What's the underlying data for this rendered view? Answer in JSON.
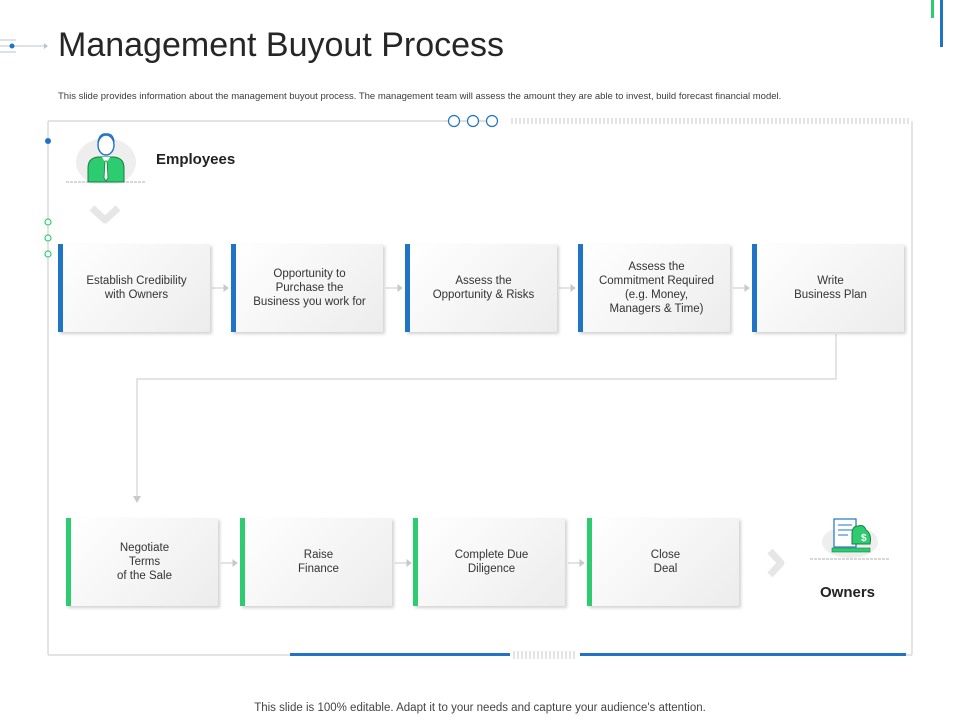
{
  "slide": {
    "title": "Management Buyout Process",
    "subtitle": "This slide provides information about the management buyout process. The management team will assess the amount they are able to invest, build  forecast financial model.",
    "footer": "This slide is 100% editable. Adapt it to your needs and capture your audience's attention."
  },
  "roles": {
    "top": "Employees",
    "bottom": "Owners"
  },
  "icons": {
    "top": "employee-person-icon",
    "bottom": "money-document-icon"
  },
  "colors": {
    "blue_accent": "#1f74c6",
    "green_accent": "#2ecc71"
  },
  "steps_row1": [
    "Establish Credibility\nwith Owners",
    "Opportunity to\nPurchase the\nBusiness you work for",
    "Assess the\nOpportunity & Risks",
    "Assess the\nCommitment Required\n(e.g. Money,\nManagers & Time)",
    "Write\nBusiness Plan"
  ],
  "steps_row2": [
    "Negotiate\nTerms\nof the Sale",
    "Raise\nFinance",
    "Complete Due\nDiligence",
    "Close\nDeal"
  ]
}
